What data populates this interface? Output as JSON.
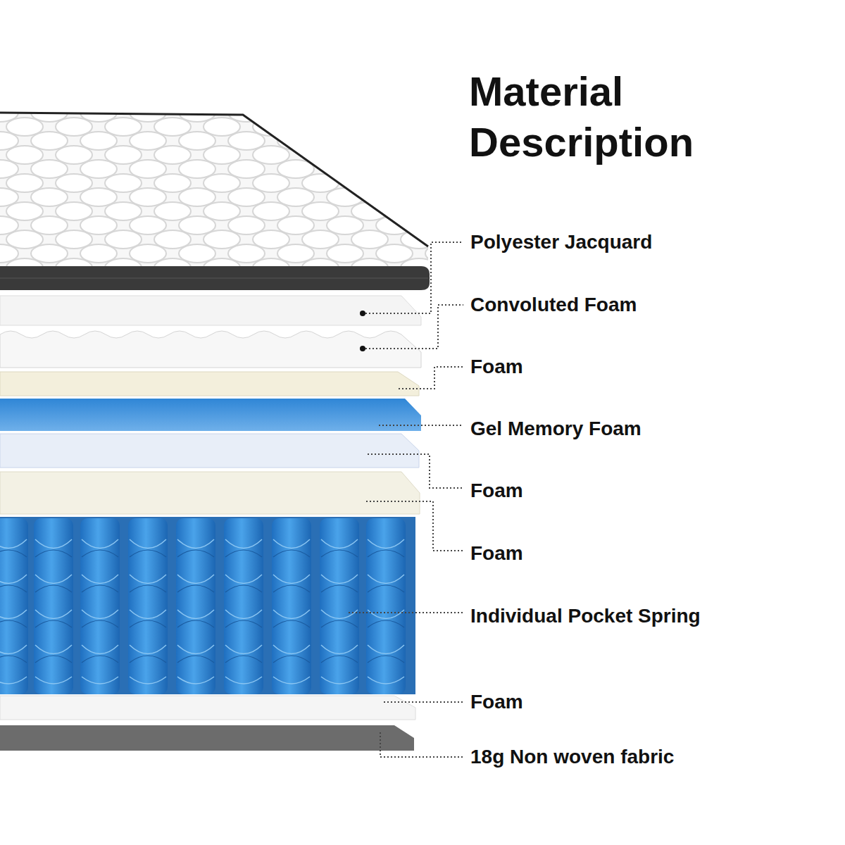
{
  "diagram": {
    "title": "Material Description",
    "labels": [
      "Polyester Jacquard",
      "Convoluted Foam",
      "Foam",
      "Gel Memory Foam",
      "Foam",
      "Foam",
      "Individual Pocket Spring",
      "Foam",
      "18g Non woven fabric"
    ]
  }
}
